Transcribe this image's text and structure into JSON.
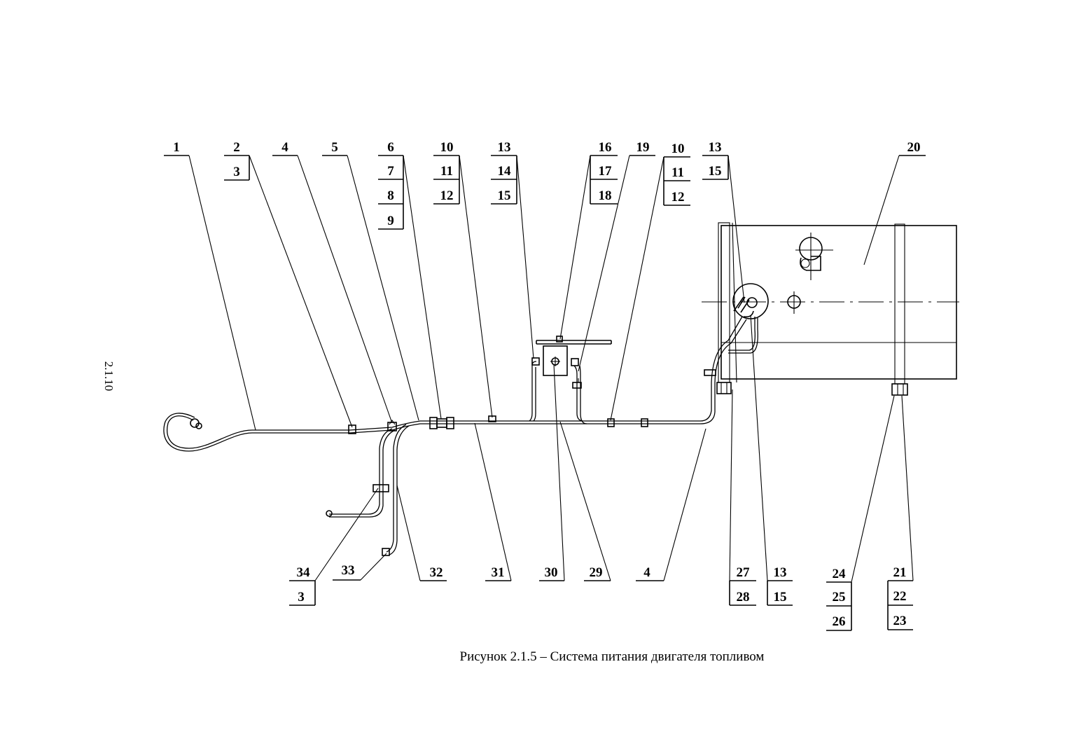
{
  "page_number": "2.1.10",
  "caption": "Рисунок 2.1.5 – Система питания двигателя топливом",
  "callouts_top": [
    {
      "id": "c1",
      "labels": [
        "1"
      ]
    },
    {
      "id": "c2",
      "labels": [
        "2",
        "3"
      ]
    },
    {
      "id": "c4a",
      "labels": [
        "4"
      ]
    },
    {
      "id": "c5",
      "labels": [
        "5"
      ]
    },
    {
      "id": "c6",
      "labels": [
        "6",
        "7",
        "8",
        "9"
      ]
    },
    {
      "id": "c10a",
      "labels": [
        "10",
        "11",
        "12"
      ]
    },
    {
      "id": "c13a",
      "labels": [
        "13",
        "14",
        "15"
      ]
    },
    {
      "id": "c16",
      "labels": [
        "16",
        "17",
        "18"
      ]
    },
    {
      "id": "c19",
      "labels": [
        "19"
      ]
    },
    {
      "id": "c10b",
      "labels": [
        "10",
        "11",
        "12"
      ]
    },
    {
      "id": "c13b",
      "labels": [
        "13",
        "15"
      ]
    },
    {
      "id": "c20",
      "labels": [
        "20"
      ]
    }
  ],
  "callouts_bottom": [
    {
      "id": "c34",
      "labels": [
        "34",
        "3"
      ]
    },
    {
      "id": "c33",
      "labels": [
        "33"
      ]
    },
    {
      "id": "c32",
      "labels": [
        "32"
      ]
    },
    {
      "id": "c31",
      "labels": [
        "31"
      ]
    },
    {
      "id": "c30",
      "labels": [
        "30"
      ]
    },
    {
      "id": "c29",
      "labels": [
        "29"
      ]
    },
    {
      "id": "c4b",
      "labels": [
        "4"
      ]
    },
    {
      "id": "c27",
      "labels": [
        "27",
        "28"
      ]
    },
    {
      "id": "c13c",
      "labels": [
        "13",
        "15"
      ]
    },
    {
      "id": "c24",
      "labels": [
        "24",
        "25",
        "26"
      ]
    },
    {
      "id": "c21",
      "labels": [
        "21",
        "22",
        "23"
      ]
    }
  ]
}
